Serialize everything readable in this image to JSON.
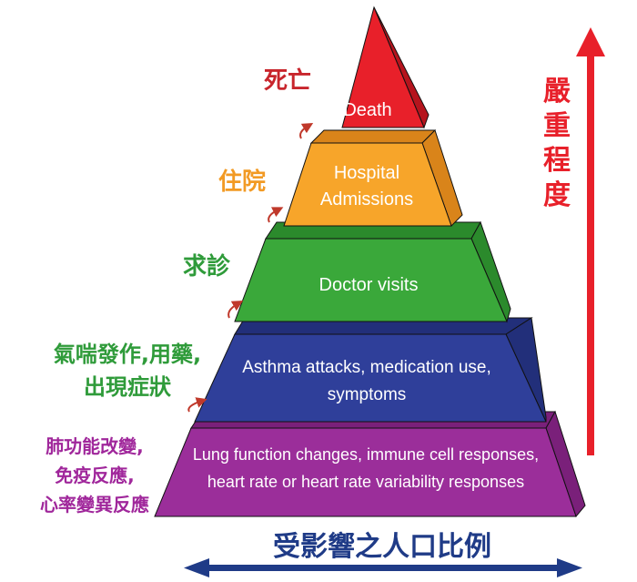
{
  "pyramid": {
    "tiers": [
      {
        "id": "death",
        "label_en": [
          "Death"
        ],
        "label_zh": [
          "死亡"
        ],
        "color": "#e8202a",
        "side_color": "#b5141d",
        "label_color": "#c8252c"
      },
      {
        "id": "hospital",
        "label_en": [
          "Hospital",
          "Admissions"
        ],
        "label_zh": [
          "住院"
        ],
        "color": "#f7a52a",
        "side_color": "#d9841a",
        "label_color": "#f29a24"
      },
      {
        "id": "doctor",
        "label_en": [
          "Doctor visits"
        ],
        "label_zh": [
          "求診"
        ],
        "color": "#3aa83a",
        "side_color": "#2b8a2c",
        "label_color": "#2f9b3a"
      },
      {
        "id": "asthma",
        "label_en": [
          "Asthma attacks, medication use,",
          "symptoms"
        ],
        "label_zh": [
          "氣喘發作,用藥,",
          "出現症狀"
        ],
        "color": "#2f3f9a",
        "side_color": "#222f7a",
        "label_color": "#2f9b3a"
      },
      {
        "id": "lung",
        "label_en": [
          "Lung function changes, immune cell responses,",
          "heart rate or heart rate variability responses"
        ],
        "label_zh": [
          "肺功能改變,",
          "免疫反應,",
          "心率變異反應"
        ],
        "color": "#9b2e9a",
        "side_color": "#7a207a",
        "label_color": "#a0279b"
      }
    ]
  },
  "severity_axis": {
    "label": "嚴重程度",
    "color": "#e8202a"
  },
  "population_axis": {
    "label": "受影響之人口比例",
    "color": "#1f3b87"
  },
  "colors": {
    "progress_arrow": "#c0392b",
    "outline": "#111111"
  }
}
